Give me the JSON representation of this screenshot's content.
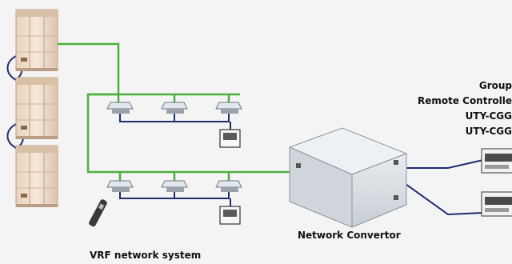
{
  "labels": {
    "vrf_network_system": "VRF network system",
    "network_convertor": "Network Convertor",
    "group_remote": [
      "Group",
      "Remote Controlle",
      "UTY-CGG",
      "UTY-CGG"
    ]
  },
  "colors": {
    "transmission_line": "#4caf3e",
    "remote_line": "#1f2d6e",
    "outdoor_unit_body": "#f0ddc8",
    "outdoor_unit_edge": "#c9b39c",
    "background": "#f4f4f4"
  },
  "icons": {
    "outdoor_units": "outdoor-unit-icon",
    "indoor_units": "cassette-indoor-unit-icon",
    "wired_remote": "wired-remote-controller-icon",
    "wireless_remote": "wireless-remote-icon",
    "network_convertor": "network-convertor-box-icon",
    "group_remote": "group-remote-controller-icon"
  }
}
